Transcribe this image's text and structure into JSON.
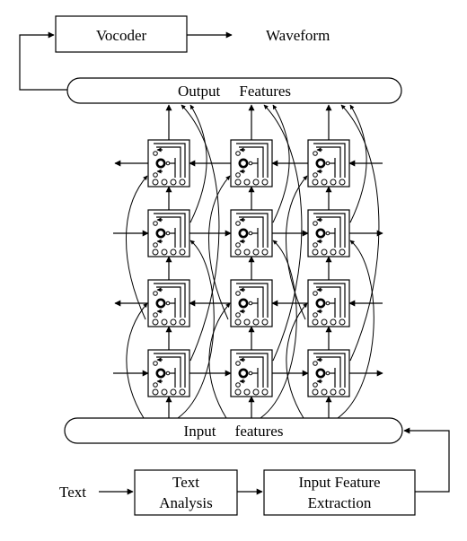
{
  "vocoder": "Vocoder",
  "waveform": "Waveform",
  "output_features": "Output     Features",
  "input_features": "Input     features",
  "text": "Text",
  "text_analysis": [
    "Text",
    "Analysis"
  ],
  "feature_extraction": [
    "Input Feature",
    "Extraction"
  ],
  "grid": {
    "rows": 4,
    "cols": 3,
    "output_rows": [
      0,
      2
    ],
    "forward_rows": [
      1,
      3
    ]
  }
}
